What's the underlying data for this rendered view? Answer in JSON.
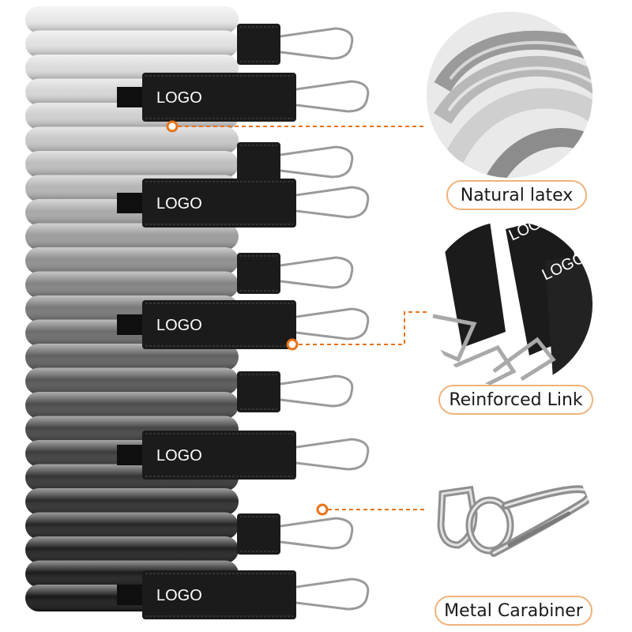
{
  "logo_text": "LOGO",
  "callouts": [
    {
      "label": "Natural latex"
    },
    {
      "label": "Reinforced Link"
    },
    {
      "label": "Metal Carabiner"
    }
  ],
  "colors": {
    "accent": "#e8731a",
    "pill_border": "#f0b27a",
    "strap": "#1b1b1b"
  }
}
